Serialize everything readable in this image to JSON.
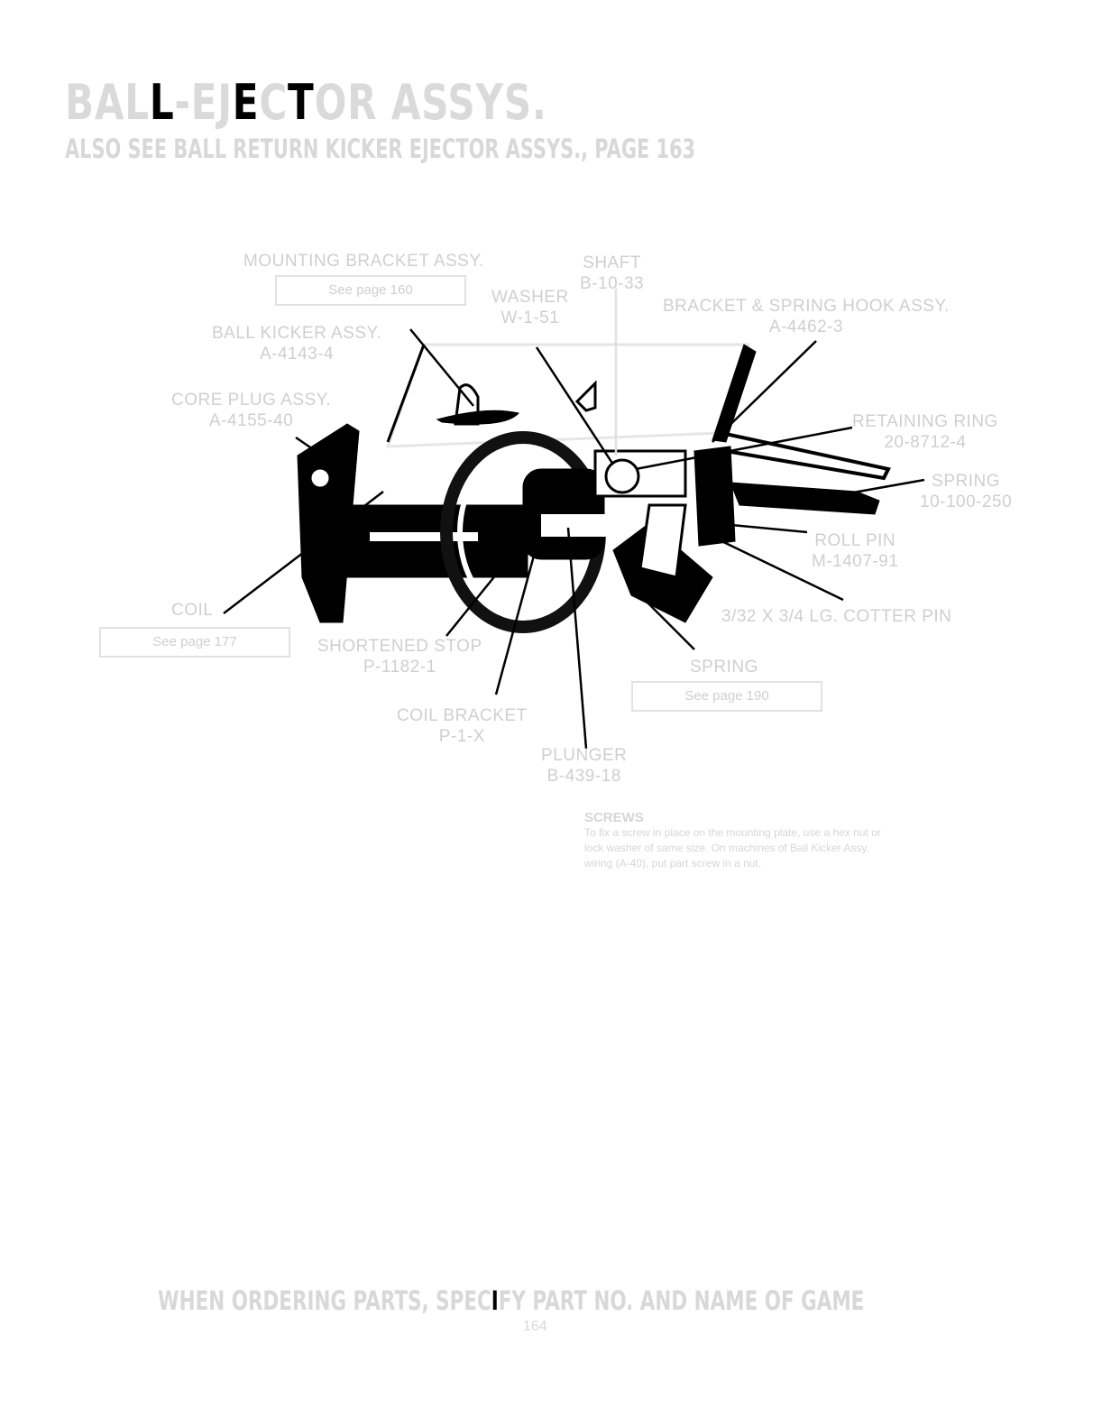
{
  "header": {
    "title_parts": [
      {
        "text": "BAL",
        "dark": false
      },
      {
        "text": "L",
        "dark": true
      },
      {
        "text": "-EJ",
        "dark": false
      },
      {
        "text": "E",
        "dark": true
      },
      {
        "text": "C",
        "dark": false
      },
      {
        "text": "T",
        "dark": true
      },
      {
        "text": "OR ASSYS.",
        "dark": false
      }
    ],
    "subtitle": "ALSO SEE BALL RETURN KICKER EJECTOR ASSYS., PAGE 163"
  },
  "labels": {
    "mounting_bracket": {
      "name": "MOUNTING BRACKET ASSY.",
      "ref": "See page 160"
    },
    "shaft": {
      "name": "SHAFT",
      "part": "B-10-33"
    },
    "washer": {
      "name": "WASHER",
      "part": "W-1-51"
    },
    "bracket_spring_hook": {
      "name": "BRACKET & SPRING HOOK ASSY.",
      "part": "A-4462-3"
    },
    "ball_kicker": {
      "name": "BALL KICKER ASSY.",
      "part": "A-4143-4"
    },
    "core_plug": {
      "name": "CORE PLUG ASSY.",
      "part": "A-4155-40"
    },
    "retaining_ring": {
      "name": "RETAINING RING",
      "part": "20-8712-4"
    },
    "spring_top": {
      "name": "SPRING",
      "part": "10-100-250"
    },
    "roll_pin": {
      "name": "ROLL PIN",
      "part": "M-1407-91"
    },
    "cotter_pin": {
      "name": "3/32 X 3/4 LG. COTTER PIN"
    },
    "coil": {
      "name": "COIL",
      "ref": "See page 177"
    },
    "shortened_stop": {
      "name": "SHORTENED STOP",
      "part": "P-1182-1"
    },
    "spring_bottom": {
      "name": "SPRING",
      "ref": "See page 190"
    },
    "coil_bracket": {
      "name": "COIL BRACKET",
      "part": "P-1-X"
    },
    "plunger": {
      "name": "PLUNGER",
      "part": "B-439-18"
    }
  },
  "note": {
    "heading": "SCREWS",
    "lines": [
      "To fix a screw in place on the mounting plate, use a hex nut or",
      "lock washer of same size. On machines of Ball Kicker Assy.",
      "wiring (A-40), put part screw in a nut."
    ]
  },
  "footer": {
    "parts": [
      {
        "text": "WHEN ORDERING PARTS, SPEC",
        "dark": false
      },
      {
        "text": "I",
        "dark": true
      },
      {
        "text": "FY PART NO. AND NAME OF GAME",
        "dark": false
      }
    ],
    "page_number": "164"
  }
}
